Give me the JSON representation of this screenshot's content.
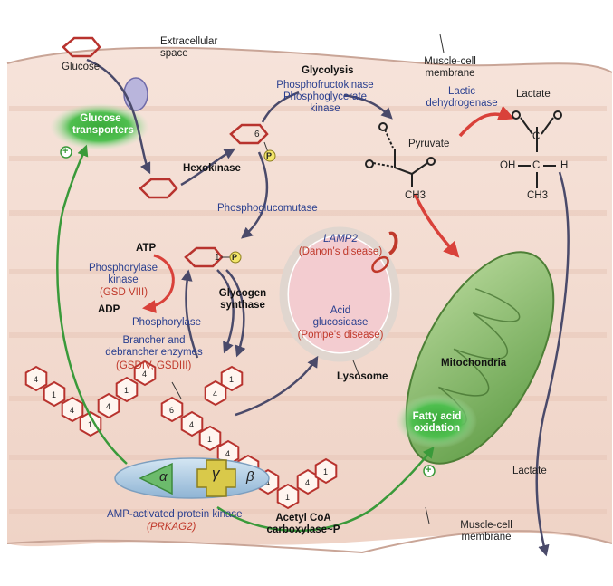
{
  "labels": {
    "extracellular": [
      "Extracellular",
      "space"
    ],
    "membrane_top": [
      "Muscle-cell",
      "membrane"
    ],
    "membrane_bottom": [
      "Muscle-cell",
      "membrane"
    ],
    "glucose": "Glucose",
    "glucose_transporters": [
      "Glucose",
      "transporters"
    ],
    "glycolysis": "Glycolysis",
    "glycolysis_enzymes": [
      "Phosphofructokinase",
      "Phosphoglycerate",
      "kinase"
    ],
    "hexokinase": "Hexokinase",
    "hexose_six": "6",
    "phospho_p": "P",
    "phosphoglucomutase": "Phosphoglucomutase",
    "g1p_one": "1",
    "lactic_dh": [
      "Lactic",
      "dehydrogenase"
    ],
    "pyruvate": "Pyruvate",
    "lactate_top": "Lactate",
    "lactate_bottom": "Lactate",
    "ch3_pyruvate": "CH3",
    "ch3_lactate": "CH3",
    "oh": "OH",
    "h": "H",
    "c_upper": "C",
    "c_lower": "C",
    "atp": "ATP",
    "adp": "ADP",
    "phosphorylase_kinase": [
      "Phosphorylase",
      "kinase"
    ],
    "gsd_viii": "(GSD VIII)",
    "phosphorylase": "Phosphorylase",
    "glycogen_synthase": [
      "Glycogen",
      "synthase"
    ],
    "brancher": [
      "Brancher and",
      "debrancher enzymes"
    ],
    "gsd_iv_iii": "(GSDIV, GSDIII)",
    "lamp2": "LAMP2",
    "danon": "(Danon's disease)",
    "acid_glucosidase": [
      "Acid",
      "glucosidase"
    ],
    "pompe": "(Pompe's disease)",
    "lysosome": "Lysosome",
    "mitochondria": "Mitochondria",
    "fatty_acid": [
      "Fatty acid",
      "oxidation"
    ],
    "ampk": "AMP-activated protein kinase",
    "prkag2": "(PRKAG2)",
    "acetyl_coa": [
      "Acetyl CoA",
      "carboxylase~P"
    ],
    "alpha": "α",
    "gamma": "γ",
    "beta": "β",
    "plus": "+",
    "chain_link_four": "4",
    "chain_link_one": "1",
    "chain_link_six": "6"
  },
  "colors": {
    "enzyme_text": "#2a3f8f",
    "disease_text": "#c0392b",
    "arrow_gray": "#4a4a6a",
    "arrow_red": "#d9413a",
    "arrow_green": "#3a9a3a",
    "ring_red": "#b8332e",
    "transporter_green": "#3fae3f",
    "mito_green": "#7bb05c",
    "cell_bg": "#f3dcd2"
  }
}
